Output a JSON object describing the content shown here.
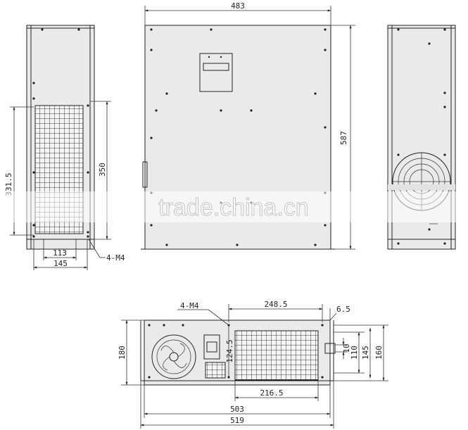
{
  "watermark": "trade.china.cn",
  "views": {
    "left": {
      "dims": [
        "331.5",
        "350",
        "113",
        "145"
      ],
      "callout": "4-M4"
    },
    "front": {
      "dims": [
        "483",
        "587"
      ]
    },
    "right": {
      "dims": []
    },
    "top": {
      "dims": [
        "248.5",
        "6.5",
        "180",
        "124.5",
        "10",
        "110",
        "145",
        "160",
        "216.5",
        "503",
        "519"
      ],
      "callout": "4-M4"
    }
  }
}
